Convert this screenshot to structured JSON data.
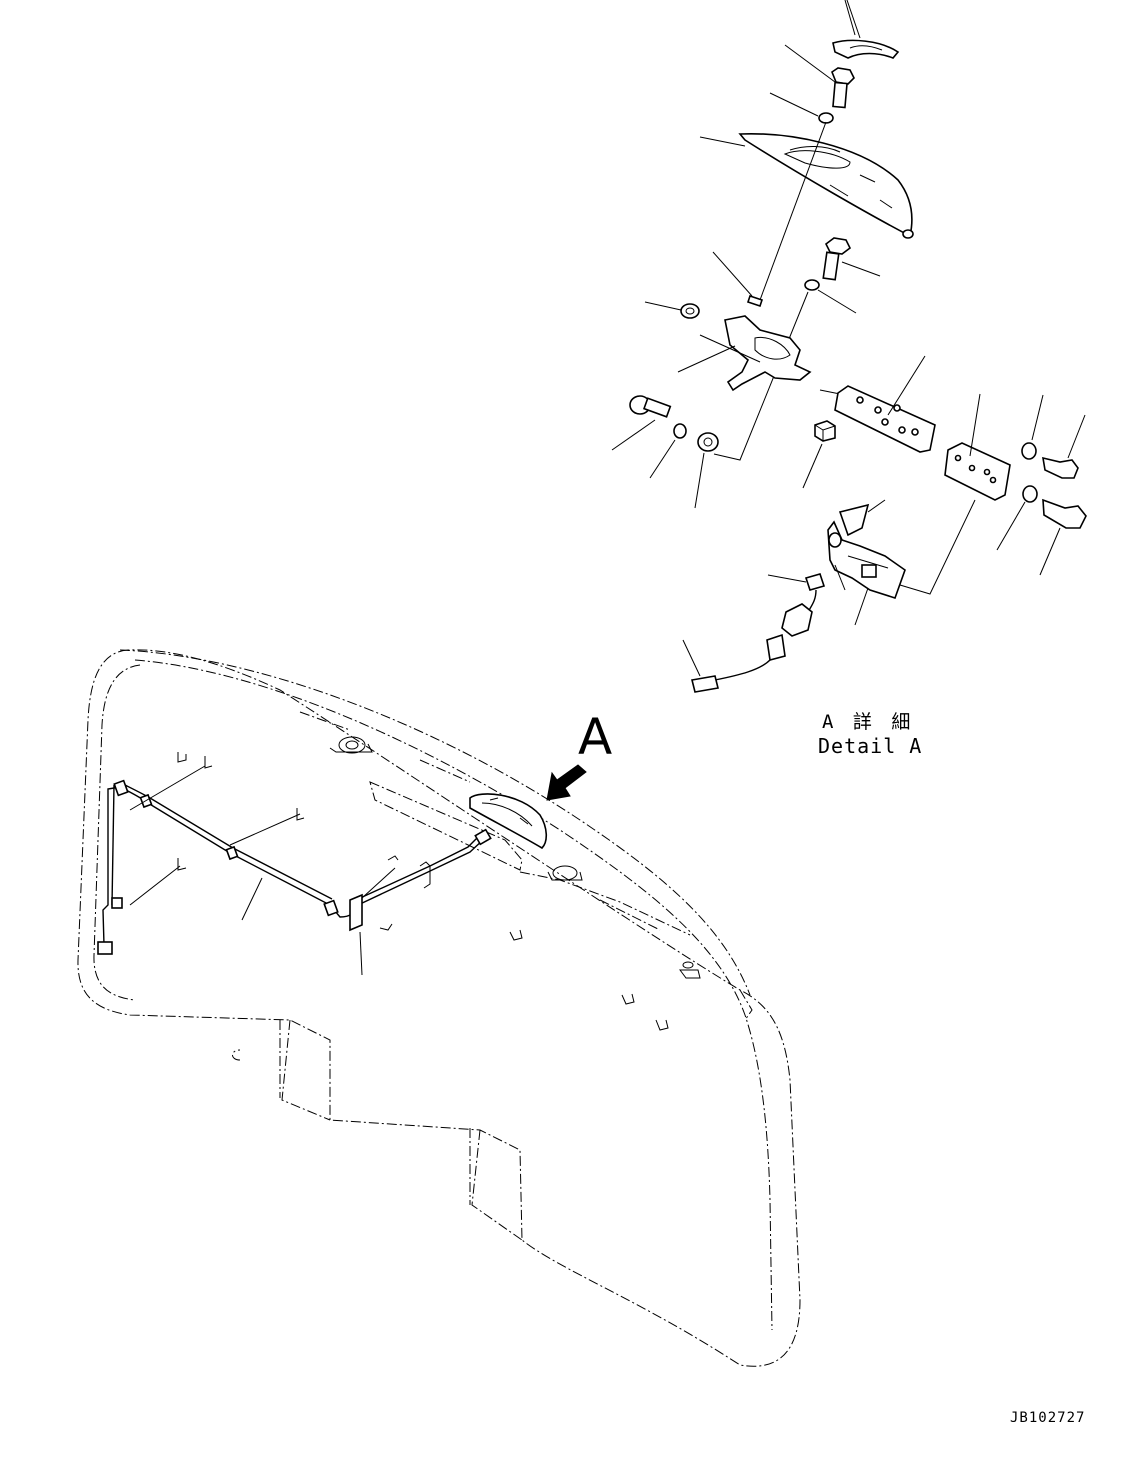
{
  "view_marker": {
    "letter": "A"
  },
  "detail_caption": {
    "japanese": "A 詳 細",
    "english": "Detail A"
  },
  "drawing_number": "JB102727",
  "colors": {
    "line": "#000000",
    "background": "#ffffff"
  }
}
